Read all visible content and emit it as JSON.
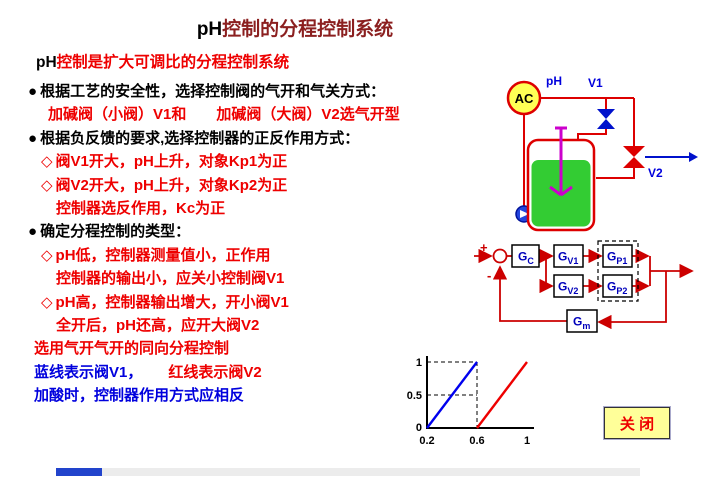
{
  "title": {
    "ph": "pH",
    "rest": "控制的分程控制系统"
  },
  "intro": {
    "ph": "pH",
    "rest": "控制是扩大可调比的分程控制系统"
  },
  "lines": {
    "b1": {
      "marker": "●",
      "text": "根据工艺的安全性，选择控制阀的气开和气关方式："
    },
    "b1_sub": {
      "text": "加碱阀（小阀）V1和　　加碱阀（大阀）V2选气开型"
    },
    "b2": {
      "marker": "●",
      "text": "根据负反馈的要求,选择控制器的正反作用方式："
    },
    "d1": {
      "marker": "◇",
      "text": "阀V1开大，pH上升，对象Kp1为正"
    },
    "d2": {
      "marker": "◇",
      "text": "阀V2开大，pH上升，对象Kp2为正"
    },
    "d2_sub": {
      "text": "控制器选反作用，Kc为正"
    },
    "b3": {
      "marker": "●",
      "text": "确定分程控制的类型："
    },
    "d3": {
      "marker": "◇",
      "text": "pH低，控制器测量值小，正作用"
    },
    "d3_sub": {
      "text": "控制器的输出小，应关小控制阀V1"
    },
    "d4": {
      "marker": "◇",
      "text": "pH高，控制器输出增大，开小阀V1"
    },
    "d4_sub": {
      "text": "全开后，pH还高，应开大阀V2"
    },
    "note1": {
      "text": "选用气开气开的同向分程控制"
    },
    "note2_blue": {
      "text": "蓝线表示阀V1，"
    },
    "note2_red": {
      "text": "红线表示阀V2"
    },
    "note3": {
      "text": "加酸时，控制器作用方式应相反"
    }
  },
  "process_diagram": {
    "controller_label": "AC",
    "ph_label": "pH",
    "valve1_label": "V1",
    "valve2_label": "V2"
  },
  "block_diagram": {
    "plus": "+",
    "minus": "-",
    "gc": {
      "g": "G",
      "sub": "C"
    },
    "gv1": {
      "g": "G",
      "sub": "V1"
    },
    "gv2": {
      "g": "G",
      "sub": "V2"
    },
    "gp1": {
      "g": "G",
      "sub": "P1"
    },
    "gp2": {
      "g": "G",
      "sub": "P2"
    },
    "gm": {
      "g": "G",
      "sub": "m"
    }
  },
  "chart_data": {
    "type": "line",
    "x_ticks": [
      "0.2",
      "0.6",
      "1"
    ],
    "y_ticks": [
      "0",
      "0.5",
      "1"
    ],
    "xlim": [
      0.2,
      1
    ],
    "ylim": [
      0,
      1
    ],
    "grid": "dashed guides at x=0.6, y=0.5, y=1",
    "series": [
      {
        "name": "阀V1",
        "color": "#0000ee",
        "points": [
          [
            0.2,
            0
          ],
          [
            0.6,
            1
          ]
        ]
      },
      {
        "name": "阀V2",
        "color": "#ee0000",
        "points": [
          [
            0.6,
            0
          ],
          [
            1.0,
            1
          ]
        ]
      }
    ]
  },
  "close_button": {
    "label": "关 闭"
  },
  "colors": {
    "text_red": "#ee0000",
    "text_blue": "#0000dd",
    "title_maroon": "#8b1f1f",
    "tank_green": "#33cc33",
    "instrument_yellow": "#ffff55",
    "valve_blue": "#0011cc",
    "valve_red": "#dd0000",
    "close_bg": "#ffff99"
  }
}
